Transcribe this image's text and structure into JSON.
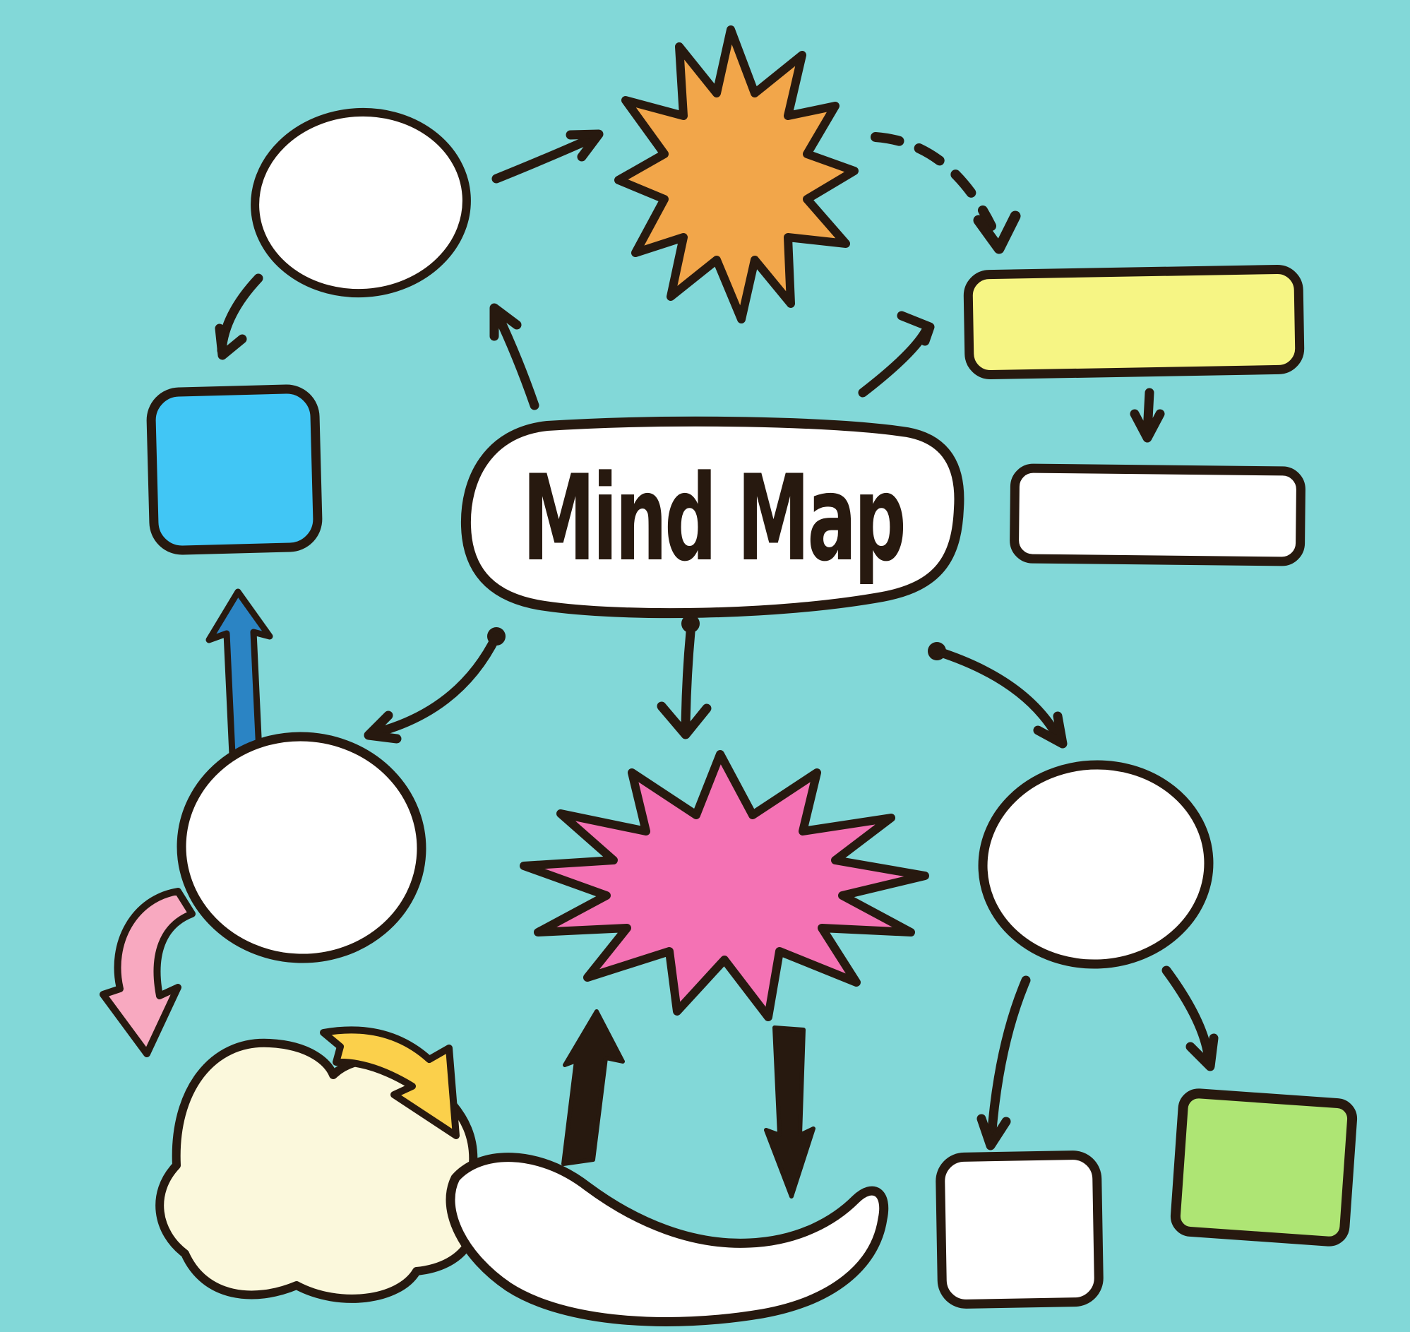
{
  "page": {
    "title": "Mind Map",
    "background_color": "#82D8D8",
    "ink_color": "#27190F"
  },
  "center": {
    "label": "Mind Map",
    "shape": "rounded-blob",
    "fill": "#FFFFFF"
  },
  "nodes": [
    {
      "id": "topic-circle-top-left",
      "shape": "ellipse",
      "fill": "#FFFFFF"
    },
    {
      "id": "starburst-orange",
      "shape": "starburst-12pt",
      "fill": "#F2A64A"
    },
    {
      "id": "note-rect-yellow",
      "shape": "rounded-rect",
      "fill": "#F6F584"
    },
    {
      "id": "note-rect-white-right",
      "shape": "rounded-rect",
      "fill": "#FFFFFF"
    },
    {
      "id": "square-blue",
      "shape": "rounded-square",
      "fill": "#41C6F5"
    },
    {
      "id": "topic-circle-bottom-left",
      "shape": "ellipse",
      "fill": "#FFFFFF"
    },
    {
      "id": "starburst-pink",
      "shape": "starburst-13pt",
      "fill": "#F472B4"
    },
    {
      "id": "topic-circle-bottom-right",
      "shape": "ellipse",
      "fill": "#FFFFFF"
    },
    {
      "id": "cloud-cream",
      "shape": "cloud",
      "fill": "#FBF8DC"
    },
    {
      "id": "banana-shape-white",
      "shape": "crescent",
      "fill": "#FFFFFF"
    },
    {
      "id": "note-rect-white-small",
      "shape": "rounded-rect",
      "fill": "#FFFFFF"
    },
    {
      "id": "note-rect-green",
      "shape": "rounded-rect",
      "fill": "#AEE574"
    }
  ],
  "connectors": [
    {
      "id": "arrow-circle-to-starburst",
      "style": "line",
      "color": "#27190F"
    },
    {
      "id": "arrow-starburst-to-yellow",
      "style": "dashed-line",
      "color": "#27190F"
    },
    {
      "id": "arrow-yellow-to-white",
      "style": "line",
      "color": "#27190F"
    },
    {
      "id": "arrow-circle-to-blue-square",
      "style": "line",
      "color": "#27190F"
    },
    {
      "id": "arrow-center-to-circle-tl",
      "style": "line",
      "color": "#27190F"
    },
    {
      "id": "arrow-center-to-yellow",
      "style": "line",
      "color": "#27190F"
    },
    {
      "id": "arrow-center-to-circle-bl",
      "style": "dot-line",
      "color": "#27190F"
    },
    {
      "id": "arrow-center-to-pink-star",
      "style": "dot-line",
      "color": "#27190F"
    },
    {
      "id": "arrow-center-to-circle-br",
      "style": "dot-line",
      "color": "#27190F"
    },
    {
      "id": "arrow-br-to-white-small",
      "style": "line",
      "color": "#27190F"
    },
    {
      "id": "arrow-br-to-green",
      "style": "line",
      "color": "#27190F"
    },
    {
      "id": "arrow-thick-blue-up",
      "style": "filled",
      "color": "#2B84C4"
    },
    {
      "id": "arrow-curved-pink-down",
      "style": "filled",
      "color": "#F8A9C0"
    },
    {
      "id": "arrow-swoosh-yellow",
      "style": "filled",
      "color": "#FBD04B"
    },
    {
      "id": "arrow-thick-black-up",
      "style": "filled",
      "color": "#27190F"
    },
    {
      "id": "arrow-thick-black-down",
      "style": "filled",
      "color": "#27190F"
    }
  ]
}
